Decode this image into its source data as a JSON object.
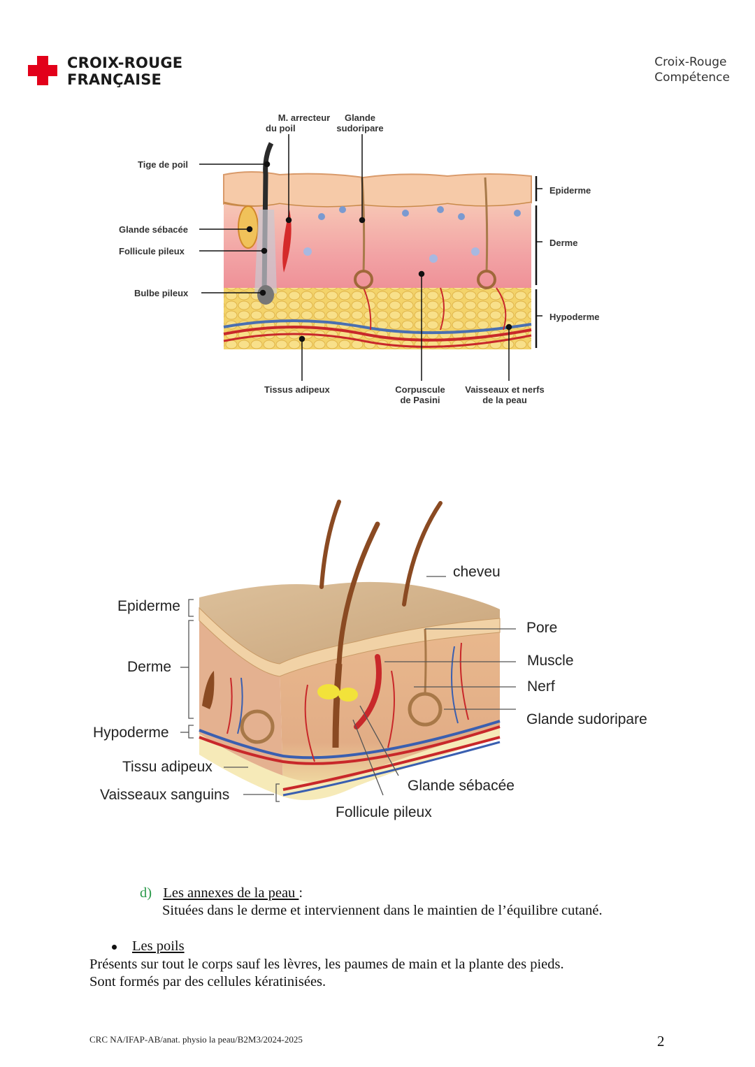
{
  "header": {
    "logo_line1": "CROIX-ROUGE",
    "logo_line2": "FRANÇAISE",
    "right_line1": "Croix-Rouge",
    "right_line2": "Compétence",
    "logo_color": "#e2001a"
  },
  "figure1": {
    "labels": {
      "arrecteur_1": "M. arrecteur",
      "arrecteur_2": "du poil",
      "sudoripare_1": "Glande",
      "sudoripare_2": "sudoripare",
      "tige": "Tige de poil",
      "sebacee": "Glande sébacée",
      "follicule": "Follicule pileux",
      "bulbe": "Bulbe pileux",
      "epiderme": "Epiderme",
      "derme": "Derme",
      "hypoderme": "Hypoderme",
      "adipeux": "Tissus adipeux",
      "pasini_1": "Corpuscule",
      "pasini_2": "de Pasini",
      "vaisseaux_1": "Vaisseaux et nerfs",
      "vaisseaux_2": "de la peau"
    }
  },
  "figure2": {
    "labels": {
      "cheveu": "cheveu",
      "epiderme": "Epiderme",
      "derme": "Derme",
      "hypoderme": "Hypoderme",
      "tissu_adipeux": "Tissu adipeux",
      "vaisseaux": "Vaisseaux sanguins",
      "pore": "Pore",
      "muscle": "Muscle",
      "nerf": "Nerf",
      "glande_sudoripare": "Glande sudoripare",
      "glande_sebacee": "Glande sébacée",
      "follicule": "Follicule pileux"
    }
  },
  "section": {
    "letter": "d)",
    "title": "Les annexes de la peau ",
    "title_colon": ":",
    "description": "Situées dans le derme et interviennent dans le maintien de l’équilibre cutané.",
    "bullet_title": "Les poils",
    "line1": "Présents sur tout le corps sauf les lèvres, les paumes de main et la plante des pieds.",
    "line2": "Sont formés par des cellules kératinisées."
  },
  "footer": {
    "reference": "CRC NA/IFAP-AB/anat. physio la peau/B2M3/2024-2025",
    "page_number": "2"
  }
}
